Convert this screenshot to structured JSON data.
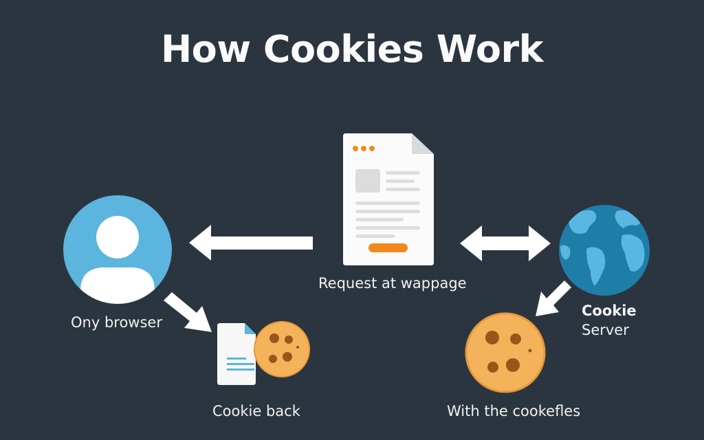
{
  "title": "How Cookies Work",
  "nodes": {
    "browser": {
      "label": "Ony browser",
      "icon": "user-avatar-icon",
      "color": "#5bb5de"
    },
    "webpage": {
      "label": "Request at wappage",
      "icon": "document-webpage-icon",
      "accent": "#f08a1c"
    },
    "server": {
      "label_line1": "Cookie",
      "label_line2": "Server",
      "icon": "globe-icon",
      "color": "#1f7ea8"
    },
    "cookie_back": {
      "label": "Cookie back",
      "icon": "cookie-file-icon",
      "cookie_color": "#f4b25a"
    },
    "cookie_files": {
      "label": "With the cookefles",
      "icon": "cookie-icon",
      "cookie_color": "#f4b25a"
    }
  },
  "arrows": [
    {
      "from": "webpage",
      "to": "browser",
      "direction": "left"
    },
    {
      "from": "webpage",
      "to": "server",
      "direction": "bidirectional"
    },
    {
      "from": "browser",
      "to": "cookie_back",
      "direction": "down-right"
    },
    {
      "from": "server",
      "to": "cookie_files",
      "direction": "down-left"
    }
  ]
}
